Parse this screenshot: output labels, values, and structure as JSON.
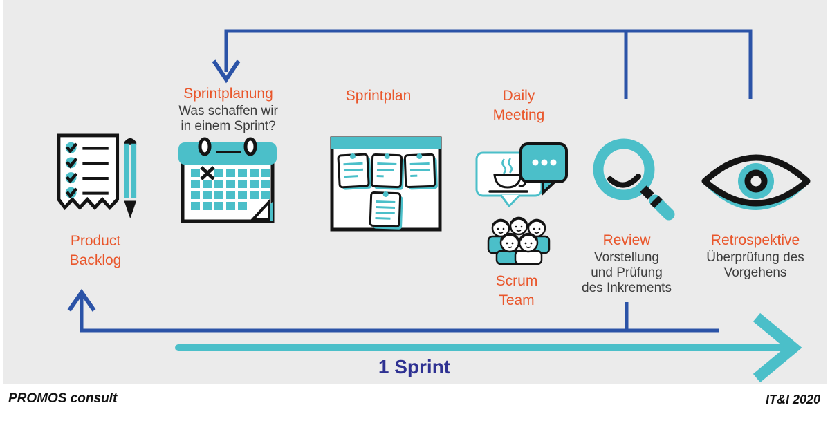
{
  "colors": {
    "background": "#ebebeb",
    "teal": "#4bbfc9",
    "orange": "#e9562b",
    "blue": "#2b53a7",
    "navy": "#2e3192",
    "text_dark": "#3d3d3d",
    "black": "#141414",
    "white": "#ffffff"
  },
  "steps": {
    "product_backlog": {
      "line1": "Product",
      "line2": "Backlog",
      "icon": "checklist-and-pencil"
    },
    "sprintplanung": {
      "title": "Sprintplanung",
      "sub1": "Was schaffen wir",
      "sub2": "in einem Sprint?",
      "icon": "calendar"
    },
    "sprintplan": {
      "title": "Sprintplan",
      "icon": "task-board"
    },
    "daily_meeting": {
      "line1": "Daily",
      "line2": "Meeting",
      "icon": "coffee-and-chat-bubbles"
    },
    "scrum_team": {
      "line1": "Scrum",
      "line2": "Team",
      "icon": "people-group"
    },
    "review": {
      "title": "Review",
      "sub1": "Vorstellung",
      "sub2": "und Prüfung",
      "sub3": "des Inkrements",
      "icon": "magnifier"
    },
    "retrospektive": {
      "title": "Retrospektive",
      "sub1": "Überprüfung des",
      "sub2": "Vorgehens",
      "icon": "eye"
    }
  },
  "sprint_arrow": {
    "label": "1 Sprint"
  },
  "footer": {
    "left": "PROMOS consult",
    "right": "IT&I 2020"
  }
}
